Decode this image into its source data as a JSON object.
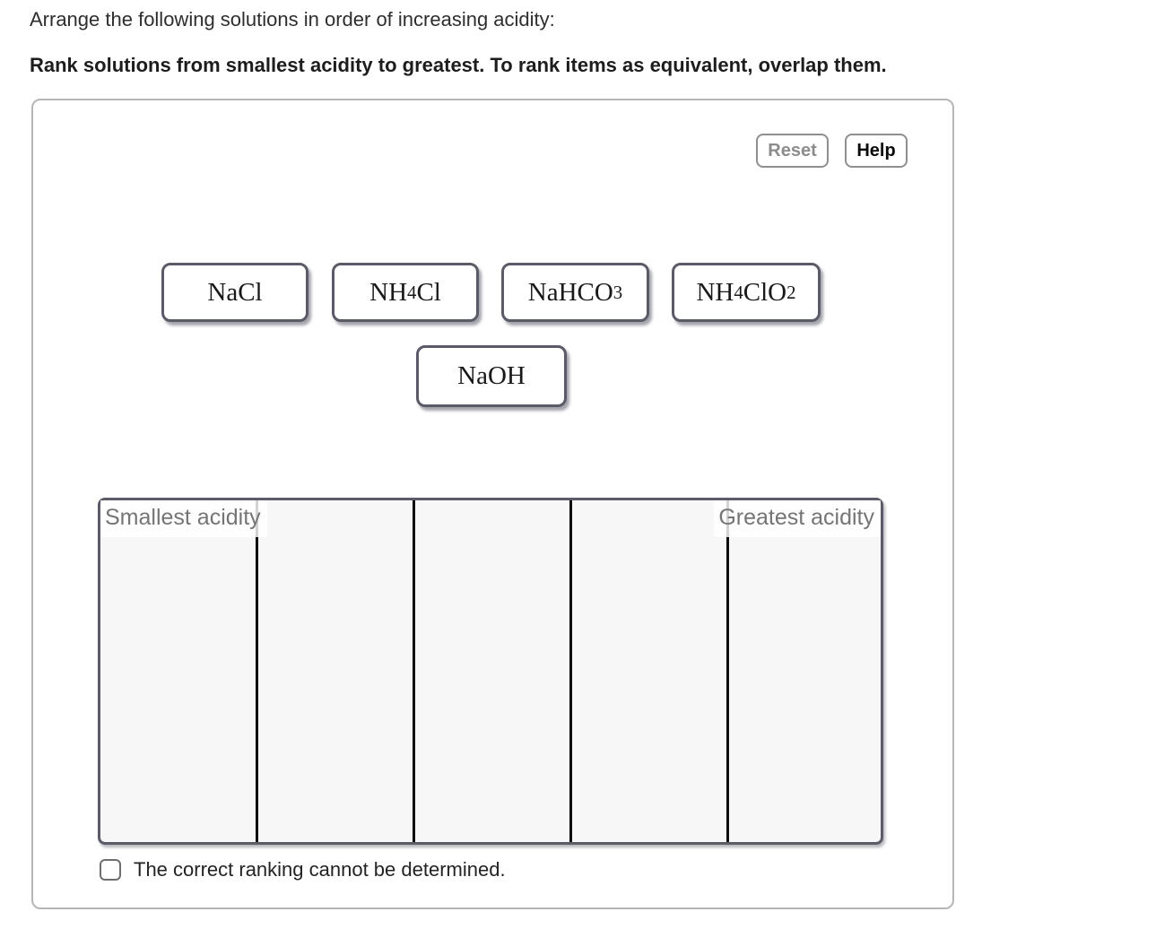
{
  "header": {
    "title": "Arrange the following solutions in order of increasing acidity:",
    "instruction": "Rank solutions from smallest acidity to greatest. To rank items as equivalent, overlap them."
  },
  "toolbar": {
    "reset_label": "Reset",
    "help_label": "Help"
  },
  "chips": [
    {
      "name": "NaCl",
      "parts": [
        {
          "t": "NaCl"
        }
      ]
    },
    {
      "name": "NH4Cl",
      "parts": [
        {
          "t": "NH"
        },
        {
          "t": "4",
          "sub": true
        },
        {
          "t": "Cl"
        }
      ]
    },
    {
      "name": "NaHCO3",
      "parts": [
        {
          "t": "NaHCO"
        },
        {
          "t": "3",
          "sub": true
        }
      ]
    },
    {
      "name": "NH4ClO2",
      "parts": [
        {
          "t": "NH"
        },
        {
          "t": "4",
          "sub": true
        },
        {
          "t": "ClO"
        },
        {
          "t": "2",
          "sub": true
        }
      ]
    },
    {
      "name": "NaOH",
      "parts": [
        {
          "t": "NaOH"
        }
      ]
    }
  ],
  "ranking": {
    "left_label": "Smallest acidity",
    "right_label": "Greatest acidity",
    "bins": 5
  },
  "footer": {
    "checkbox_label": "The correct ranking cannot be determined.",
    "checkbox_checked": false
  },
  "colors": {
    "chip_border": "#5b5b68",
    "rank_box_background": "#f7f7f7",
    "rank_box_border": "#5c5c68",
    "divider": "#0e0e0e",
    "panel_border": "#b6b6b6",
    "rank_label_text": "#757575",
    "reset_text": "#8c8c8c",
    "help_text": "#0b0b0b"
  }
}
